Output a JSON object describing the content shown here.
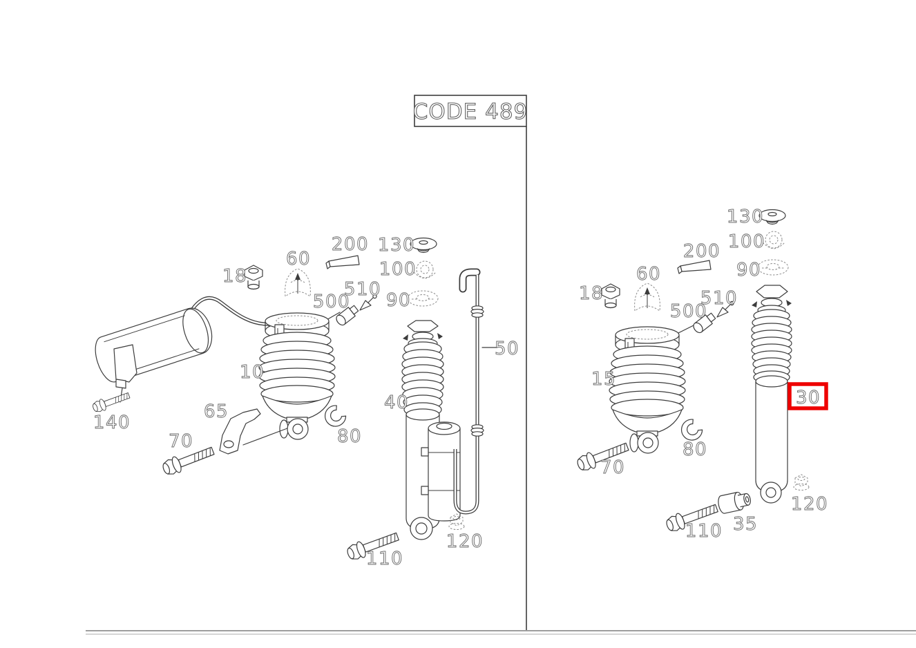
{
  "title": {
    "code": "CODE 489"
  },
  "colors": {
    "line": "#3c3c3c",
    "callout_outline": "#6b6b6b",
    "highlight": "#ee0000"
  },
  "left": {
    "n10": "10",
    "n18": "18",
    "n40": "40",
    "n50": "50",
    "n60": "60",
    "n65": "65",
    "n70": "70",
    "n80": "80",
    "n90": "90",
    "n100": "100",
    "n110": "110",
    "n120": "120",
    "n130": "130",
    "n140": "140",
    "n200": "200",
    "n500": "500",
    "n510": "510"
  },
  "right": {
    "n15": "15",
    "n18": "18",
    "n30": "30",
    "n35": "35",
    "n60": "60",
    "n70": "70",
    "n80": "80",
    "n90": "90",
    "n100": "100",
    "n110": "110",
    "n120": "120",
    "n130": "130",
    "n200": "200",
    "n500": "500",
    "n510": "510"
  }
}
